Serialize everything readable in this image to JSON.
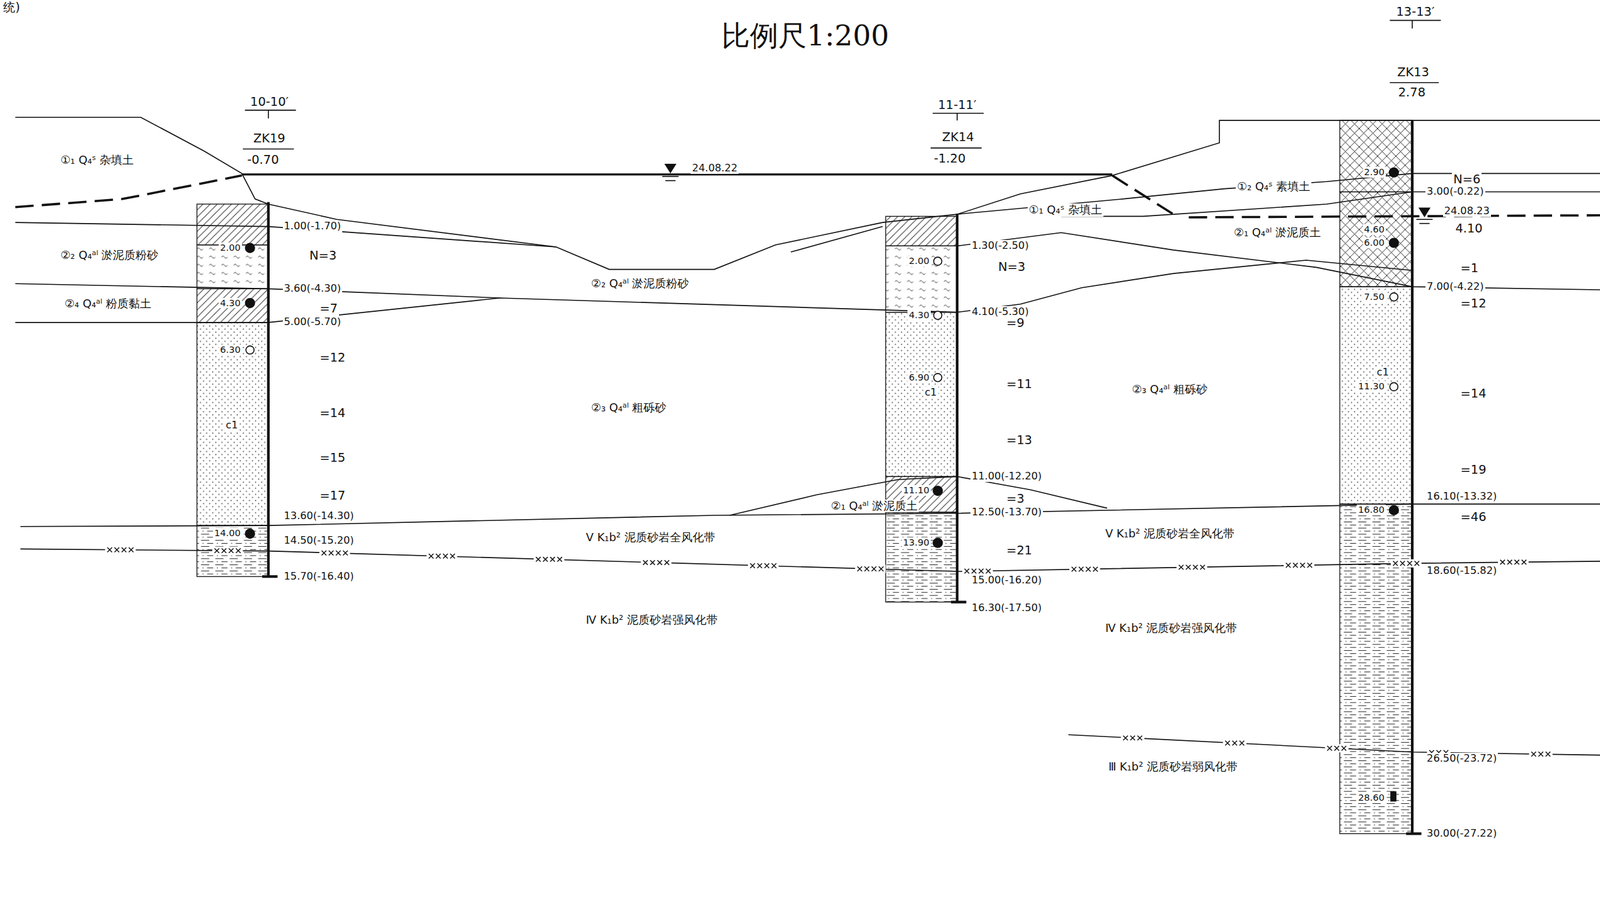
{
  "diagram": {
    "title": "比例尺1:200",
    "labels": [
      "统)",
      "10-10′",
      "ZK19",
      "-0.70",
      "11-11′",
      "ZK14",
      "-1.20",
      "13-13′",
      "ZK13",
      "2.78",
      "24.08.22",
      "24.08.23",
      "4.10",
      "①₁ Q₄ˢ 杂填土",
      "②₂ Q₄ᵃˡ 淤泥质粉砂",
      "②₄ Q₄ᵃˡ 粉质黏土",
      "②₂ Q₄ᵃˡ 淤泥质粉砂",
      "②₃ Q₄ᵃˡ 粗砾砂",
      "Ⅴ K₁b² 泥质砂岩全风化带",
      "Ⅳ K₁b² 泥质砂岩强风化带",
      "②₁ Q₄ᵃˡ 淤泥质土",
      "①₁ Q₄ˢ 杂填土",
      "①₂ Q₄ˢ 素填土",
      "②₁ Q₄ᵃˡ 淤泥质土",
      "②₃ Q₄ᵃˡ 粗砾砂",
      "Ⅴ K₁b² 泥质砂岩全风化带",
      "Ⅳ K₁b² 泥质砂岩强风化带",
      "Ⅲ K₁b² 泥质砂岩弱风化带",
      "1.00(-1.70)",
      "3.60(-4.30)",
      "5.00(-5.70)",
      "13.60(-14.30)",
      "14.50(-15.20)",
      "15.70(-16.40)",
      "N=3",
      "=7",
      "=12",
      "=14",
      "=15",
      "=17",
      "2.00",
      "4.30",
      "6.30",
      "14.00",
      "c1",
      "1.30(-2.50)",
      "4.10(-5.30)",
      "11.00(-12.20)",
      "12.50(-13.70)",
      "15.00(-16.20)",
      "16.30(-17.50)",
      "N=3",
      "=9",
      "=11",
      "=13",
      "=3",
      "=21",
      "2.00",
      "4.30",
      "6.90",
      "11.10",
      "13.90",
      "c1",
      "3.00(-0.22)",
      "7.00(-4.22)",
      "16.10(-13.32)",
      "18.60(-15.82)",
      "26.50(-23.72)",
      "30.00(-27.22)",
      "N=6",
      "=1",
      "=12",
      "=14",
      "=19",
      "=46",
      "2.90",
      "4.60",
      "6.00",
      "7.50",
      "11.30",
      "16.80",
      "28.60",
      "c1"
    ]
  }
}
